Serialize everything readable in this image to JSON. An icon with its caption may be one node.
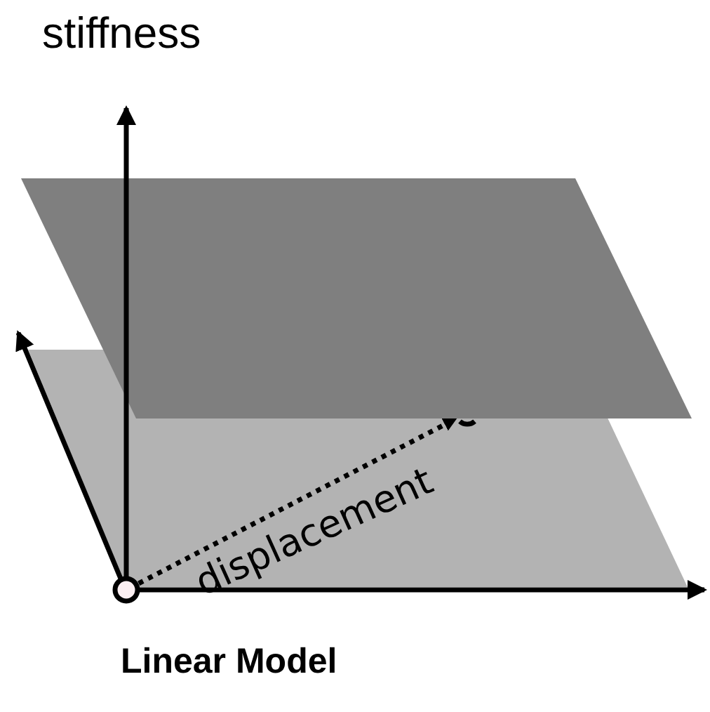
{
  "diagram": {
    "caption": "Linear Model",
    "nodes": [
      {
        "text": [],
        "shape": "circle"
      },
      {
        "text": [],
        "shape": "circle"
      }
    ],
    "edges": [
      {
        "from": 0,
        "to": 1,
        "arrow": "to",
        "style": "dashed",
        "label": "displacement"
      }
    ],
    "labels": [
      "stiffness"
    ]
  }
}
